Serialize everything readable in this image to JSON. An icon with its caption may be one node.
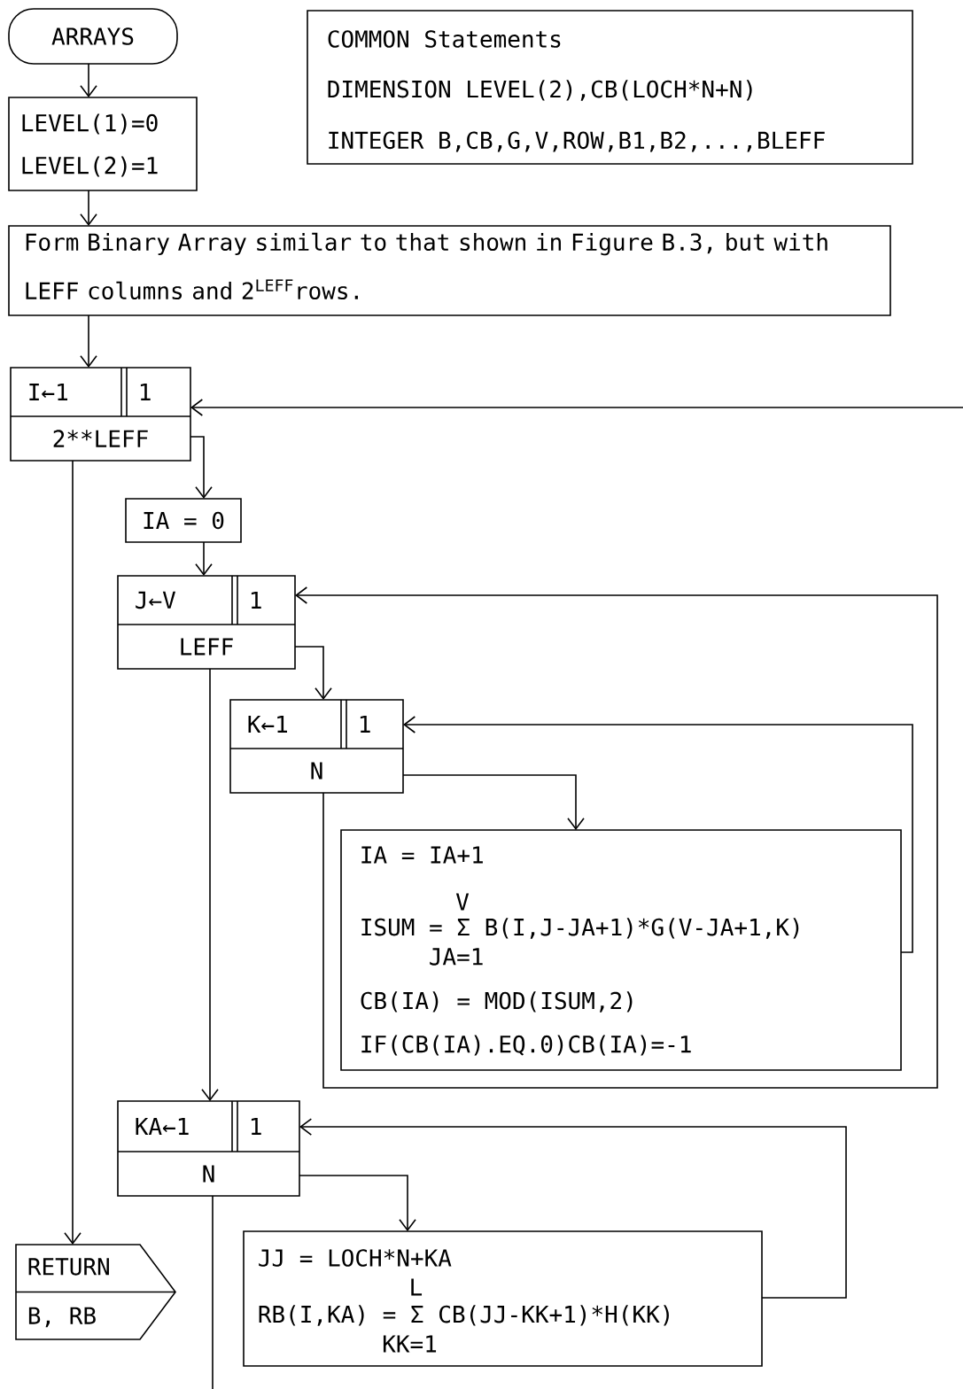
{
  "diagram": {
    "nodes": [
      {
        "text": [
          "ARRAYS"
        ]
      },
      {
        "text": [
          "LEVEL(1)=0",
          "LEVEL(2)=1"
        ]
      },
      {
        "text": [
          "COMMON Statements",
          "DIMENSION LEVEL(2),CB(LOCH*N+N)",
          "INTEGER B,CB,G,V,ROW,B1,B2,...,BLEFF"
        ]
      },
      {
        "text": [
          "Form Binary Array similar to that shown in Figure B.3, but with LEFF columns and 2$^{LEFF}$rows."
        ]
      },
      {
        "text": [
          "I←1",
          "1",
          "2**LEFF"
        ]
      },
      {
        "text": [
          "IA = 0"
        ]
      },
      {
        "text": [
          "J←V",
          "1",
          "LEFF"
        ]
      },
      {
        "text": [
          "K←1",
          "1",
          "N"
        ]
      },
      {
        "text": [
          "IA = IA+1",
          "V",
          "ISUM = Σ B(I,J-JA+1)*G(V-JA+1,K)",
          "JA=1",
          "CB(IA) = MOD(ISUM,2)",
          "IF(CB(IA).EQ.0)CB(IA)=-1"
        ]
      },
      {
        "text": [
          "KA←1",
          "1",
          "N"
        ]
      },
      {
        "text": [
          "RETURN",
          "B, RB"
        ]
      },
      {
        "text": [
          "JJ = LOCH*N+KA",
          "L",
          "RB(I,KA) = Σ CB(JJ-KK+1)*H(KK)",
          "KK=1"
        ]
      }
    ],
    "edges": [
      {
        "from": 0,
        "to": 1,
        "arrow": "to"
      },
      {
        "from": 1,
        "to": 3,
        "arrow": "to"
      },
      {
        "from": 3,
        "to": 4,
        "arrow": "to"
      },
      {
        "from": 4,
        "to": 5,
        "arrow": "to"
      },
      {
        "from": 5,
        "to": 6,
        "arrow": "to"
      },
      {
        "from": 6,
        "to": 7,
        "arrow": "to"
      },
      {
        "from": 7,
        "to": 8,
        "arrow": "to"
      },
      {
        "from": 8,
        "to": 7,
        "arrow": "to"
      },
      {
        "from": 7,
        "to": 6,
        "arrow": "to"
      },
      {
        "from": 6,
        "to": 9,
        "arrow": "to"
      },
      {
        "from": 9,
        "to": 11,
        "arrow": "to"
      },
      {
        "from": 11,
        "to": 9,
        "arrow": "to"
      },
      {
        "from": 9,
        "to": null,
        "arrow": "none"
      },
      {
        "from": null,
        "to": 4,
        "arrow": "to"
      },
      {
        "from": 4,
        "to": 10,
        "arrow": "to"
      }
    ]
  }
}
